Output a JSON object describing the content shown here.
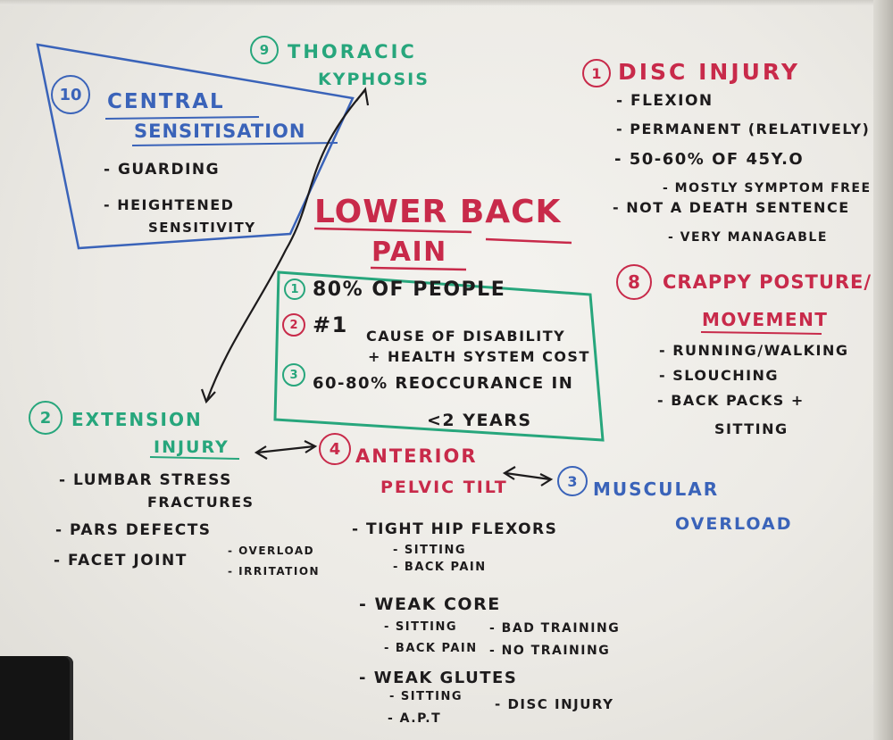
{
  "colors": {
    "red": "#c82a4a",
    "green": "#27a67c",
    "blue": "#3a63b9",
    "black": "#1d1b1c"
  },
  "title": {
    "line1": "LOWER BACK",
    "line2": "PAIN"
  },
  "stats": {
    "n1": "1",
    "t1": "80% OF PEOPLE",
    "n2": "2",
    "t2a": "#1",
    "t2b": "CAUSE OF DISABILITY",
    "t2c": "+ HEALTH SYSTEM COST",
    "n3": "3",
    "t3a": "60-80% REOCCURANCE IN",
    "t3b": "<2 YEARS"
  },
  "disc": {
    "num": "1",
    "heading": "DISC INJURY",
    "items": [
      "- FLEXION",
      "- PERMANENT (RELATIVELY)",
      "- 50-60% OF 45Y.O",
      "- MOSTLY SYMPTOM FREE",
      "- NOT A DEATH SENTENCE",
      "- VERY MANAGABLE"
    ]
  },
  "posture": {
    "num": "8",
    "heading1": "CRAPPY POSTURE/",
    "heading2": "MOVEMENT",
    "items": [
      "- RUNNING/WALKING",
      "- SLOUCHING",
      "- BACK PACKS +",
      "SITTING"
    ]
  },
  "thoracic": {
    "num": "9",
    "line1": "THORACIC",
    "line2": "KYPHOSIS"
  },
  "central": {
    "num": "10",
    "line1": "CENTRAL",
    "line2": "SENSITISATION",
    "items": [
      "- GUARDING",
      "- HEIGHTENED",
      "SENSITIVITY"
    ]
  },
  "extension": {
    "num": "2",
    "line1": "EXTENSION",
    "line2": "INJURY",
    "items": [
      "- LUMBAR STRESS",
      "FRACTURES",
      "- PARS DEFECTS",
      "- FACET JOINT",
      "- OVERLOAD",
      "- IRRITATION"
    ]
  },
  "anterior": {
    "num": "4",
    "line1": "ANTERIOR",
    "line2": "PELVIC TILT",
    "items": [
      "- TIGHT HIP FLEXORS",
      "- SITTING",
      "- BACK PAIN",
      "- WEAK CORE",
      "- SITTING",
      "- BAD TRAINING",
      "- BACK PAIN",
      "- NO TRAINING",
      "- WEAK GLUTES",
      "- SITTING",
      "- DISC INJURY",
      "- A.P.T"
    ]
  },
  "muscular": {
    "num": "3",
    "line1": "MUSCULAR",
    "line2": "OVERLOAD"
  }
}
